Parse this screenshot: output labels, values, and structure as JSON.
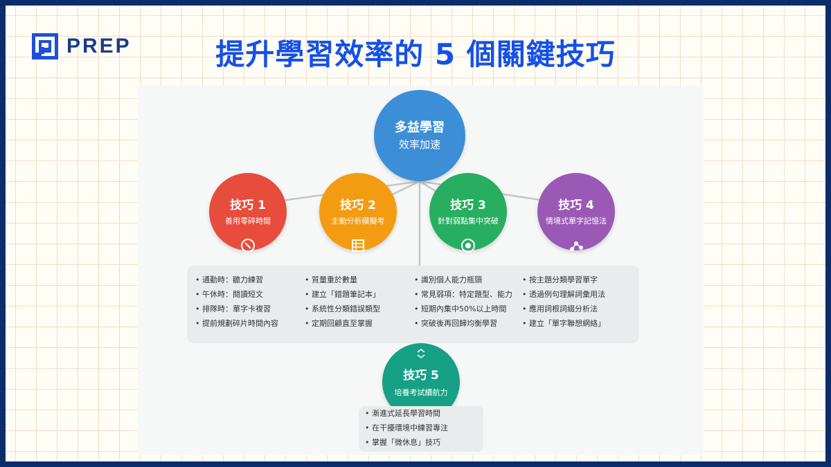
{
  "brand": {
    "name": "PREP"
  },
  "title": "提升學習效率的 5 個關鍵技巧",
  "center": {
    "title": "多益學習",
    "subtitle": "效率加速",
    "color": "#3c8ed6"
  },
  "nodes": [
    {
      "title": "技巧 1",
      "subtitle": "善用零碎時間",
      "color": "#e74c3c",
      "icon": "clock-icon"
    },
    {
      "title": "技巧 2",
      "subtitle": "主動分析模擬考",
      "color": "#f39c12",
      "icon": "list-icon"
    },
    {
      "title": "技巧 3",
      "subtitle": "針對弱點集中突破",
      "color": "#27ae60",
      "icon": "target-icon"
    },
    {
      "title": "技巧 4",
      "subtitle": "情境式單字記憶法",
      "color": "#9b59b6",
      "icon": "network-icon"
    },
    {
      "title": "技巧 5",
      "subtitle": "培養考試續航力",
      "color": "#16a085",
      "icon": "refresh-icon"
    }
  ],
  "tips": [
    [
      "• 通勤時：聽力練習",
      "• 午休時：閱讀短文",
      "• 排隊時：單字卡複習",
      "• 提前規劃碎片時間內容"
    ],
    [
      "• 質量重於數量",
      "• 建立「錯題筆記本」",
      "• 系統性分類錯誤類型",
      "• 定期回顧直至掌握"
    ],
    [
      "• 識別個人能力瓶頸",
      "• 常見弱項：特定題型、能力",
      "• 短期內集中50%以上時間",
      "• 突破後再回歸均衡學習"
    ],
    [
      "• 按主題分類學習單字",
      "• 透過例句理解詞彙用法",
      "• 應用詞根詞綴分析法",
      "• 建立「單字聯想網絡」"
    ]
  ],
  "tips5": [
    "• 漸進式延長學習時間",
    "• 在干擾環境中練習專注",
    "• 掌握「微休息」技巧"
  ]
}
